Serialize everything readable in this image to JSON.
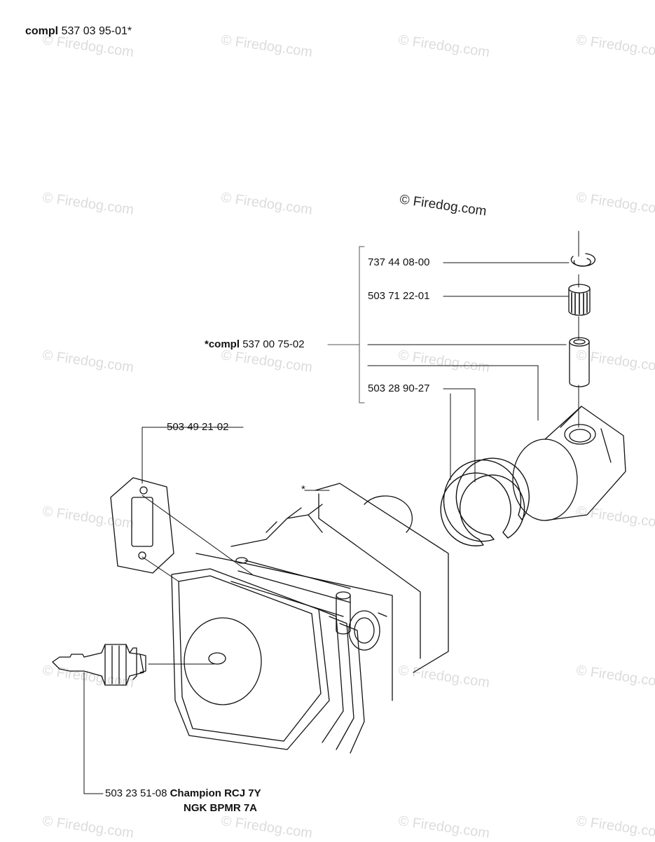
{
  "header": {
    "prefix": "compl",
    "number": "537 03 95-01*"
  },
  "copyright": "© Firedog.com",
  "watermark": "© Firedog.com",
  "parts": {
    "circlip": "737 44 08-00",
    "needle_bearing": "503 71 22-01",
    "piston_kit_prefix": "*compl",
    "piston_kit_number": "537 00 75-02",
    "piston_ring": "503 28 90-27",
    "gasket": "503 49 21-02",
    "cylinder_marker": "*",
    "spark_plug_number": "503 23 51-08",
    "spark_plug_brand1": "Champion RCJ 7Y",
    "spark_plug_brand2": "NGK BPMR 7A"
  }
}
